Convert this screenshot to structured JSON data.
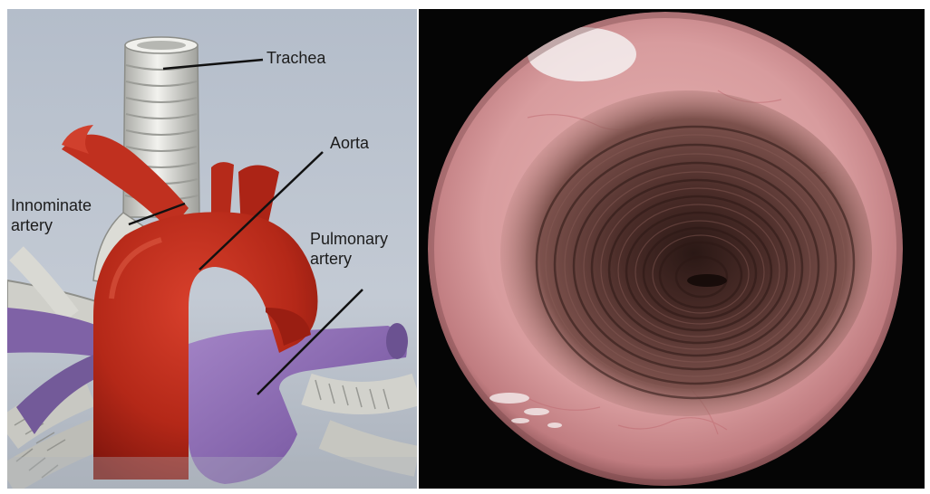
{
  "figure": {
    "left_panel": {
      "labels": {
        "trachea": "Trachea",
        "aorta": "Aorta",
        "innominate_artery": "Innominate\nartery",
        "pulmonary_artery": "Pulmonary\nartery"
      },
      "colors": {
        "background": "#b9c2cf",
        "aorta": "#b8261a",
        "pulmonary_artery": "#8e6bb3",
        "trachea": "#e4e4e0",
        "leader_line": "#111111"
      }
    },
    "right_panel": {
      "icon": "bronchoscopic-view",
      "colors": {
        "background": "#050505",
        "mucosa": "#dba3a4",
        "lumen": "#4a2c28"
      }
    }
  }
}
